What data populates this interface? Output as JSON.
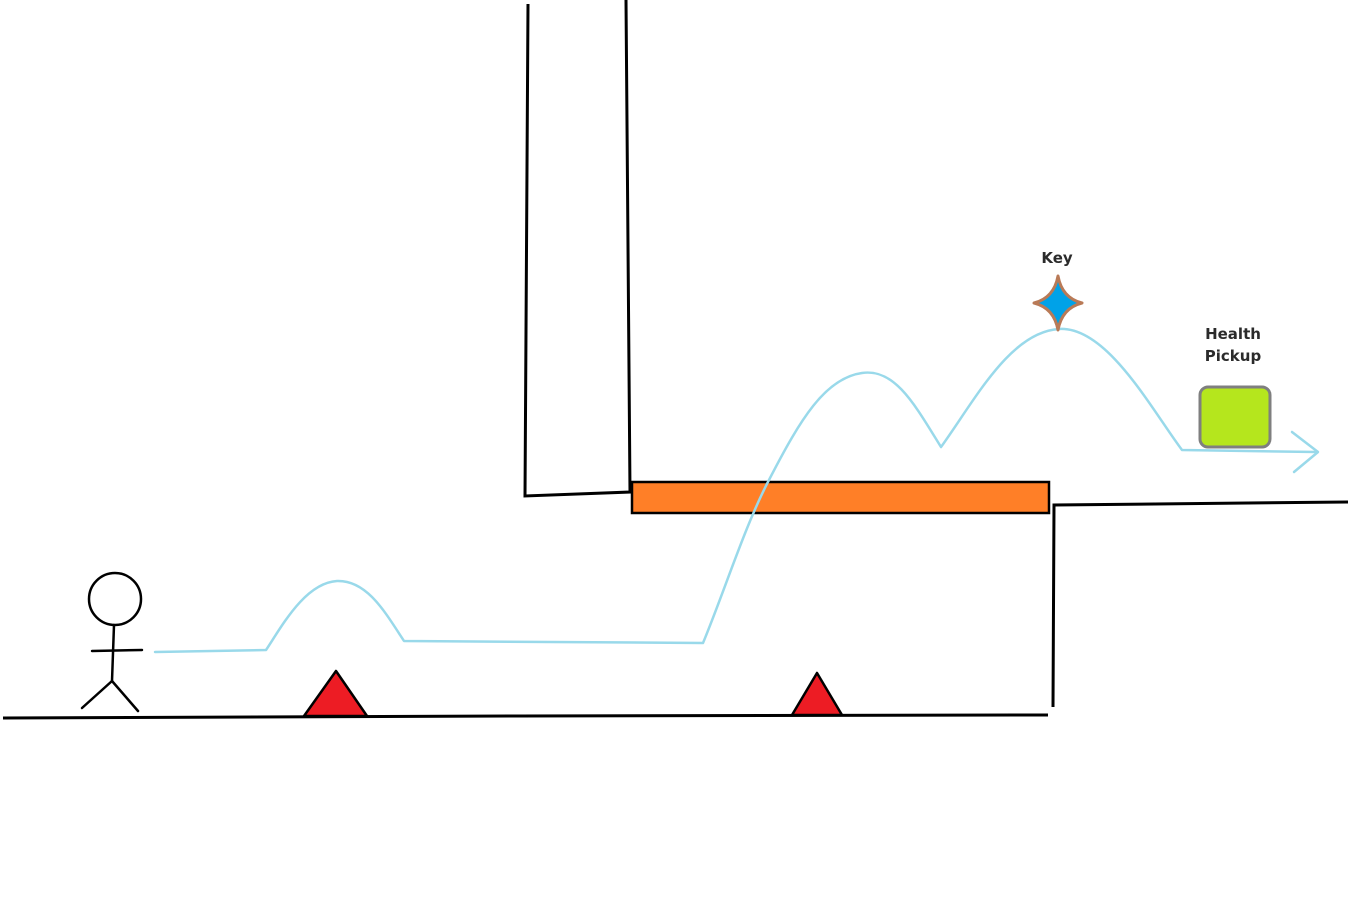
{
  "labels": {
    "key": "Key",
    "health_line1": "Health",
    "health_line2": "Pickup"
  },
  "colors": {
    "background": "#ffffff",
    "outline": "#000000",
    "spike": "#ed1c24",
    "platform": "#ff7f27",
    "path": "#99d9ea",
    "key_fill": "#00a2e8",
    "key_outline": "#b97a57",
    "health_fill": "#b5e61d",
    "health_outline": "#7f7f7f"
  },
  "icons": {
    "player": "stick-figure-icon",
    "spike": "triangle-spike-icon",
    "key": "four-point-star-icon",
    "health": "rounded-square-icon",
    "path_end": "arrowhead-icon"
  }
}
